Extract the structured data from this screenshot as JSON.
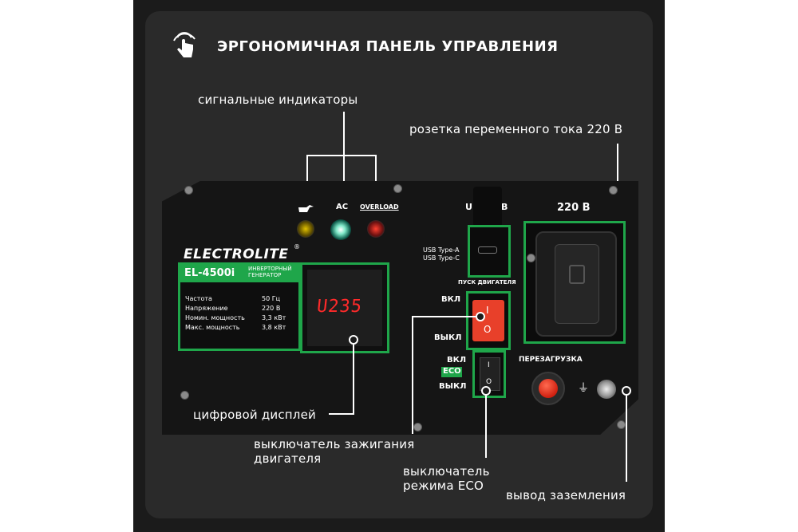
{
  "title": "ЭРГОНОМИЧНАЯ ПАНЕЛЬ УПРАВЛЕНИЯ",
  "callouts": {
    "indicators": "сигнальные индикаторы",
    "ac_outlet": "розетка переменного тока 220 В",
    "display": "цифровой дисплей",
    "ignition_line1": "выключатель зажигания",
    "ignition_line2": "двигателя",
    "eco_line1": "выключатель",
    "eco_line2": "режима ECO",
    "ground": "вывод заземления"
  },
  "panel": {
    "brand": "ELECTROLITE",
    "reg": "®",
    "model": "EL-4500i",
    "model_desc_line1": "ИНВЕРТОРНЫЙ",
    "model_desc_line2": "ГЕНЕРАТОР",
    "specs": [
      {
        "name": "Частота",
        "value": "50 Гц"
      },
      {
        "name": "Напряжение",
        "value": "220 В"
      },
      {
        "name": "Номин. мощность",
        "value": "3,3 кВт"
      },
      {
        "name": "Макс. мощность",
        "value": "3,8 кВт"
      }
    ],
    "display_value": "U235",
    "ind_ac": "AC",
    "ind_overload": "OVERLOAD",
    "usb_type_a": "USB Type-A",
    "usb_type_c": "USB Type-C",
    "usb_header_b": "B",
    "outlet_label": "220 В",
    "engine_start": "ПУСК ДВИГАТЕЛЯ",
    "on": "ВКЛ",
    "off": "ВЫКЛ",
    "switch_on_mark": "I",
    "switch_off_mark": "O",
    "eco_on": "ВКЛ",
    "eco_badge": "ECO",
    "eco_off": "ВЫКЛ",
    "reset": "ПЕРЕЗАГРУЗКА",
    "ground_symbol": "⏚"
  },
  "colors": {
    "accent_green": "#1fa64a",
    "switch_red": "#e8402a",
    "display_red": "#ff2a2a"
  }
}
